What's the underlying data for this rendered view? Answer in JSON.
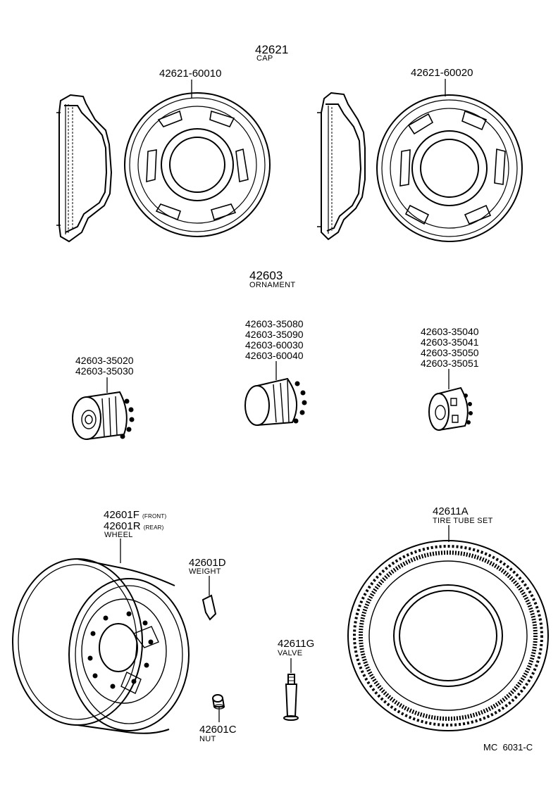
{
  "groups": {
    "cap": {
      "number": "42621",
      "name": "CAP",
      "part_left": "42621-60010",
      "part_right": "42621-60020"
    },
    "ornament": {
      "number": "42603",
      "name": "ORNAMENT",
      "left_parts": [
        "42603-35020",
        "42603-35030"
      ],
      "center_parts": [
        "42603-35080",
        "42603-35090",
        "42603-60030",
        "42603-60040"
      ],
      "right_parts": [
        "42603-35040",
        "42603-35041",
        "42603-35050",
        "42603-35051"
      ]
    }
  },
  "wheel": {
    "front_number": "42601F",
    "front_note": "(FRONT)",
    "rear_number": "42601R",
    "rear_note": "(REAR)",
    "name": "WHEEL"
  },
  "weight": {
    "number": "42601D",
    "name": "WEIGHT"
  },
  "valve": {
    "number": "42611G",
    "name": "VALVE"
  },
  "nut": {
    "number": "42601C",
    "name": "NUT"
  },
  "tire": {
    "number": "42611A",
    "name": "TIRE TUBE SET"
  },
  "figure_code": "MC  6031-C"
}
